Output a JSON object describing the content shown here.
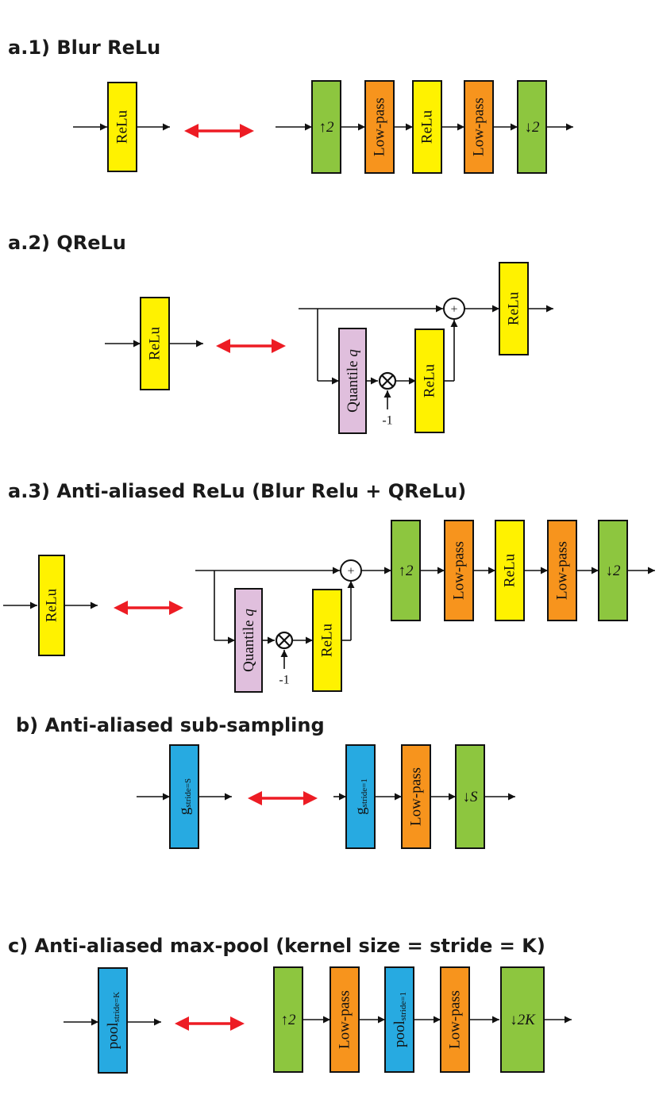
{
  "sections": {
    "a1": {
      "title": "a.1) Blur ReLu"
    },
    "a2": {
      "title": "a.2)  QReLu"
    },
    "a3": {
      "title": "a.3) Anti-aliased ReLu (Blur Relu + QReLu)"
    },
    "b": {
      "title": "b) Anti-aliased sub-sampling"
    },
    "c": {
      "title": "c) Anti-aliased max-pool (kernel size = stride = K)"
    }
  },
  "labels": {
    "relu": "ReLu",
    "low_pass": "Low-pass",
    "quantile": "Quantile",
    "quantile_var": "q",
    "up_arrow": "↑",
    "down_arrow": "↓",
    "factor_2": "2",
    "factor_S": "S",
    "factor_2K": "2K",
    "minus_one": "-1",
    "plus": "+",
    "g": "g",
    "stride_S": "stride=S",
    "stride_1": "stride=1",
    "pool": "pool",
    "pool_stride_K": "stride=K",
    "pool_stride_1": "stride=1"
  },
  "colors": {
    "relu": "#FFF200",
    "low_pass": "#F7941D",
    "updown": "#8DC63F",
    "quantile": "#E0BFDD",
    "conv": "#27AAE1",
    "equiv_arrow": "#ED1C24",
    "stroke": "#111111"
  }
}
